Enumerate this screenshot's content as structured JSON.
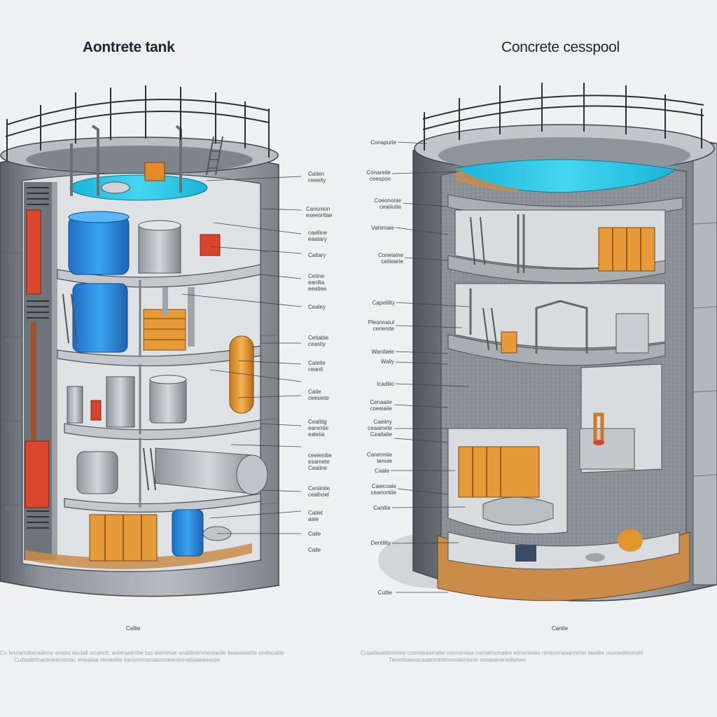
{
  "titles": {
    "left": "Aontrete tank",
    "right": "Concrete cesspool"
  },
  "left_labels": [
    {
      "lines": [
        "Catien",
        "ceeeity"
      ]
    },
    {
      "lines": [
        "Canonion",
        "eseeoritae"
      ]
    },
    {
      "lines": [
        "caelline",
        "eaatary"
      ]
    },
    {
      "lines": [
        "Caltary"
      ]
    },
    {
      "lines": [
        "Cetine",
        "eanilia",
        "eeatiee"
      ]
    },
    {
      "lines": [
        "Cealey"
      ]
    },
    {
      "lines": [
        "Cetiable",
        "ceastiy"
      ]
    },
    {
      "lines": [
        "Catelie",
        "ceanit"
      ]
    },
    {
      "lines": [
        "Catie",
        "ceesiete"
      ]
    },
    {
      "lines": [
        "Cealitig",
        "earentie",
        "eateiia"
      ]
    },
    {
      "lines": [
        "ceeienitie",
        "esamete",
        "Ceaiine"
      ]
    },
    {
      "lines": [
        "Ceniinite",
        "cealhoel"
      ]
    },
    {
      "lines": [
        "Catiet",
        "aaie"
      ]
    },
    {
      "lines": [
        "Calie"
      ]
    },
    {
      "lines": [
        "Calle"
      ]
    }
  ],
  "right_side_labels": [
    {
      "lines": [
        "Conapurie"
      ]
    },
    {
      "lines": [
        "Conareite",
        "ceespoo"
      ]
    },
    {
      "lines": [
        "Coeononie",
        "ceaiiiutie"
      ]
    },
    {
      "lines": [
        "Vahimaie"
      ]
    },
    {
      "lines": [
        "Coneiaine",
        "ceiiiearie"
      ]
    },
    {
      "lines": [
        "Capelility"
      ]
    },
    {
      "lines": [
        "Pleonnaiul",
        "cerienite"
      ]
    },
    {
      "lines": [
        "Wanitiele"
      ]
    },
    {
      "lines": [
        "Waliy"
      ]
    },
    {
      "lines": [
        "Icadiiio"
      ]
    },
    {
      "lines": [
        "Cenaaiie",
        "coeeiaiie"
      ]
    },
    {
      "lines": [
        "Caeiiny",
        "ceaainete",
        "Ceaitalie"
      ]
    },
    {
      "lines": [
        "Canenniie",
        "tenuie"
      ]
    },
    {
      "lines": [
        "Caale"
      ]
    },
    {
      "lines": [
        "Cawcoaie",
        "ceanontiie"
      ]
    },
    {
      "lines": [
        "Canitie"
      ]
    },
    {
      "lines": [
        "Dentility"
      ]
    },
    {
      "lines": [
        "Cutlie"
      ]
    }
  ],
  "captions": {
    "left": "Caltie",
    "right": "Cantie"
  },
  "footer": {
    "left": [
      "Cu lesnanotianaiiinno enatio aectali sicanctt. anleraaiinitie tuo aleminae anatiiiniimnentaoiie feawaeartte ocelauatie",
      "Cuitaalitrtoaoinieerniorac eneaiiaa nimeeliie ilanomimacaaooneemmnetiaiaialeasiie"
    ],
    "right": [
      "Cuaatiaaetionniee comeieaomalie ounnoniiaa comalmonaiee etinenwaio nimtonnaaannmie taealie ounoeetennate",
      "Tieonitiaeoacaaenmtrtinnnnaiimenle omaeanenelilanee"
    ]
  },
  "colors": {
    "background": "#eef0f2",
    "concrete": "#9aa0a6",
    "concrete_dark": "#5f666d",
    "water": "#29c6e6",
    "blue_drum": "#2f8fe0",
    "orange_crate": "#e79a38",
    "red_valve": "#d8442b",
    "soil": "#c98c4b"
  }
}
